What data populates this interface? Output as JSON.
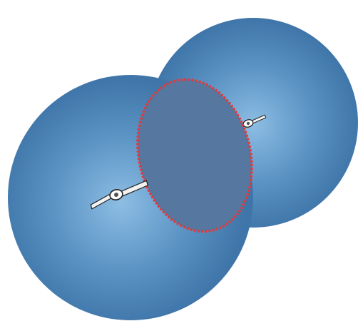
{
  "scene": {
    "background_color": "#ffffff",
    "sphere_gradient": {
      "center_color": "#8dbde3",
      "mid_color": "#5a93c4",
      "edge_color": "#3f75a8"
    },
    "overlap_fill_color": "#5577a0",
    "overlap_boundary_color": "#e23a3a",
    "drone_icon": "propeller-drone-icon",
    "drone_stroke_color": "#222222",
    "drone_body_color": "#555555"
  },
  "objects": [
    {
      "kind": "sphere",
      "name": "back-sphere"
    },
    {
      "kind": "sphere",
      "name": "front-sphere"
    },
    {
      "kind": "intersection",
      "name": "overlap-region"
    },
    {
      "kind": "drone",
      "name": "back-drone"
    },
    {
      "kind": "drone",
      "name": "front-drone"
    }
  ]
}
